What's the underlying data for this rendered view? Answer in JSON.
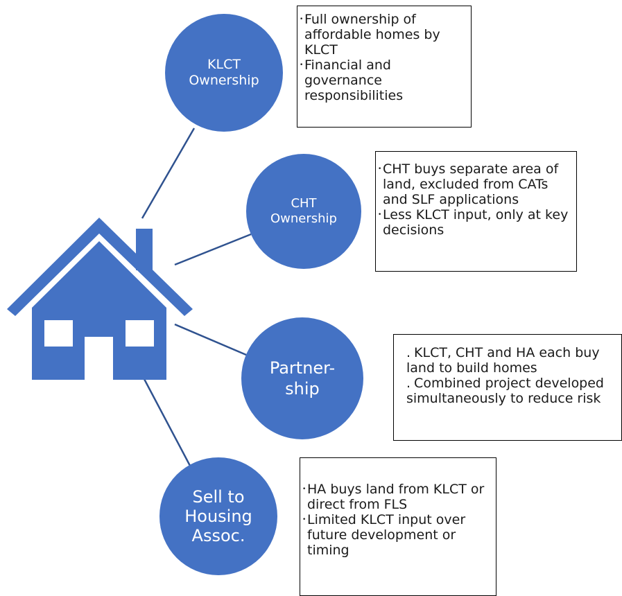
{
  "colors": {
    "accent": "#4472c4",
    "box_border": "#000000",
    "connector": "#2f528f"
  },
  "icons": {
    "house": "house-icon"
  },
  "nodes": [
    {
      "id": "klct",
      "label_lines": [
        "KLCT",
        "Ownership"
      ],
      "bullets": [
        "Full ownership of affordable homes by KLCT",
        "Financial and governance responsibilities"
      ]
    },
    {
      "id": "cht",
      "label_lines": [
        "CHT",
        "Ownership"
      ],
      "bullets": [
        "CHT buys separate area of land, excluded from CATs and SLF applications",
        "Less KLCT input, only at key decisions"
      ]
    },
    {
      "id": "partnership",
      "label_lines": [
        "Partner-",
        "ship"
      ],
      "bullet_prefix": ".",
      "bullets": [
        "KLCT, CHT and HA each buy land to build homes",
        "Combined project developed simultaneously to reduce risk"
      ]
    },
    {
      "id": "ha",
      "label_lines": [
        "Sell to",
        "Housing",
        "Assoc."
      ],
      "bullets": [
        "HA buys land from KLCT or direct from FLS",
        "Limited KLCT input over future development or timing"
      ]
    }
  ]
}
